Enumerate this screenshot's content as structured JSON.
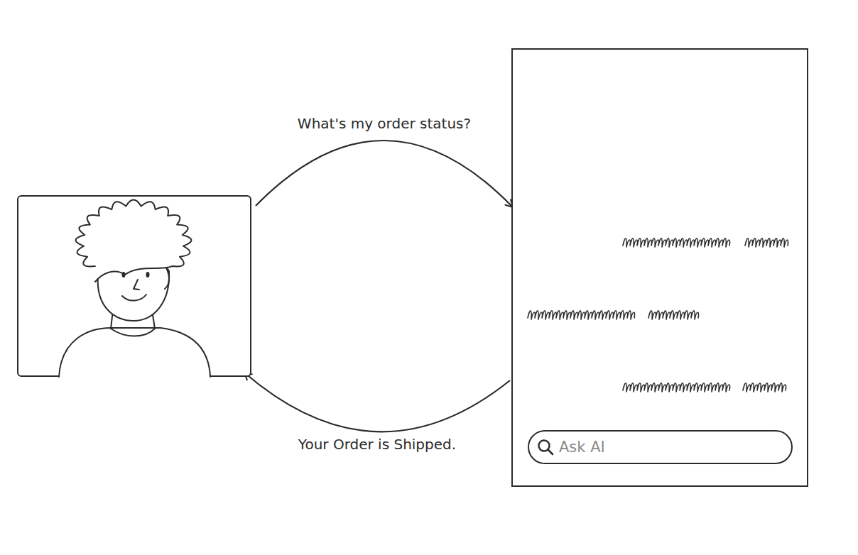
{
  "diagram": {
    "nodes": [
      {
        "text": []
      },
      {
        "text": []
      },
      {
        "text": [
          "Ask AI"
        ],
        "in": 1
      }
    ],
    "edges": [
      {
        "from": 0,
        "to": 1,
        "label": "What's my order status?",
        "arrow": "to"
      },
      {
        "from": 1,
        "to": 0,
        "label": "Your Order is Shipped.",
        "arrow": "to"
      }
    ]
  }
}
